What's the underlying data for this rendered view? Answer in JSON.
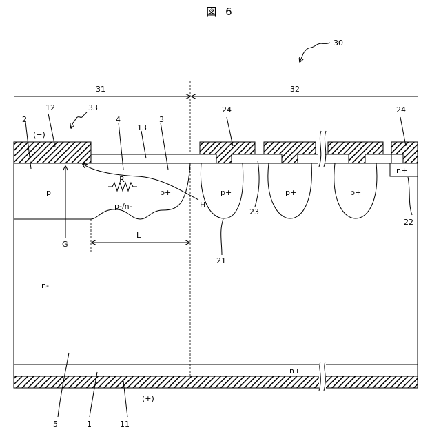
{
  "figure": {
    "title": "図 6"
  },
  "labels": {
    "device": "30",
    "region_left": "31",
    "region_right": "32",
    "ref_33": "33",
    "ref_2": "2",
    "ref_12": "12",
    "ref_4": "4",
    "ref_13": "13",
    "ref_3": "3",
    "ref_24a": "24",
    "ref_24b": "24",
    "ref_23": "23",
    "ref_21": "21",
    "ref_22": "22",
    "ref_5": "5",
    "ref_1": "1",
    "ref_11": "11",
    "minus": "(−)",
    "plus": "(+)",
    "H": "H",
    "G": "G",
    "L": "L",
    "R": "R",
    "p": "p",
    "p_plus_left": "p+",
    "p_minus_n_minus": "p-/n-",
    "p_plus_1": "p+",
    "p_plus_2": "p+",
    "p_plus_3": "p+",
    "n_plus_top": "n+",
    "n_minus": "n-",
    "n_plus_bottom": "n+"
  }
}
